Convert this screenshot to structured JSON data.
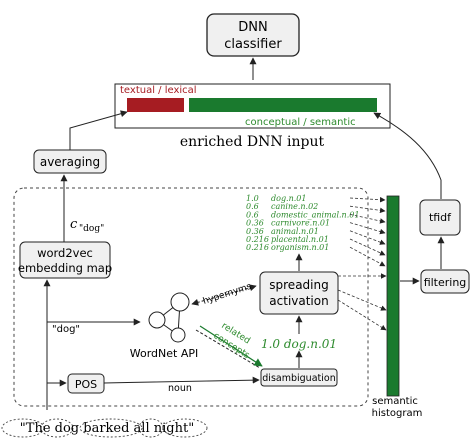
{
  "nodes": {
    "dnn_classifier": "DNN classifier",
    "enriched_input": "enriched DNN input",
    "textual_lexical": "textual / lexical",
    "conceptual_semantic": "conceptual / semantic",
    "averaging": "averaging",
    "word2vec": "word2vec embedding map",
    "tfidf": "tfidf",
    "filtering": "filtering",
    "spreading_activation": "spreading activation",
    "wordnet_api": "WordNet API",
    "disambiguation": "disambiguation",
    "pos": "POS",
    "semantic_histogram": "semantic histogram",
    "sentence": "\"The dog barked all night\""
  },
  "edge_labels": {
    "vec_label": "c\"dog\"",
    "dog_quote": "\"dog\"",
    "hypernyms": "hypernyms",
    "related_concepts": "related concepts",
    "noun": "noun",
    "dog_synset": "1.0 dog.n.01"
  },
  "activations": [
    {
      "weight": "1.0",
      "synset": "dog.n.01"
    },
    {
      "weight": "0.6",
      "synset": "canine.n.02"
    },
    {
      "weight": "0.6",
      "synset": "domestic_animal.n.01"
    },
    {
      "weight": "0.36",
      "synset": "carnivore.n.01"
    },
    {
      "weight": "0.36",
      "synset": "animal.n.01"
    },
    {
      "weight": "0.216",
      "synset": "placental.n.01"
    },
    {
      "weight": "0.216",
      "synset": "organism.n.01"
    }
  ],
  "colors": {
    "red_bar": "#a61c22",
    "green_bar": "#1a7a2e",
    "green_text": "#2e8b2e",
    "box_fill": "#f0f0f0",
    "stroke": "#222222"
  }
}
